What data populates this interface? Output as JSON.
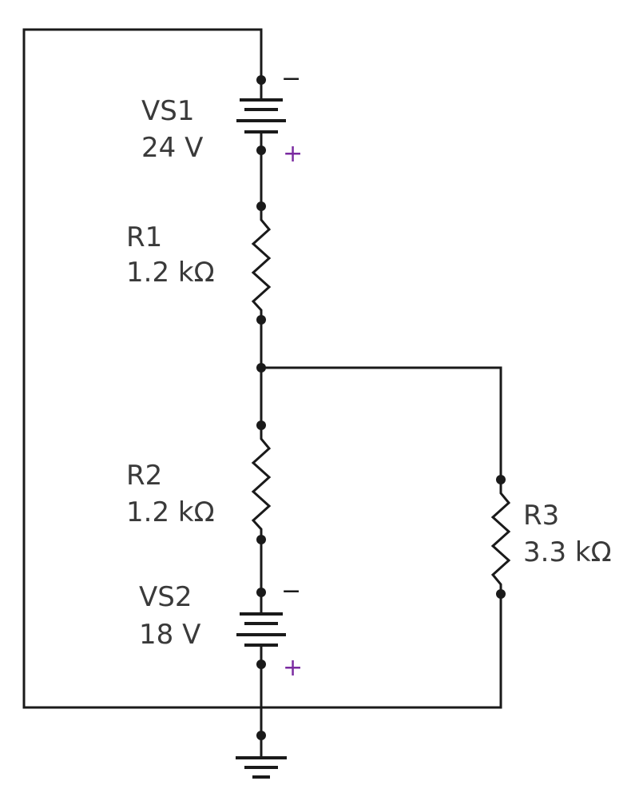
{
  "components": {
    "vs1": {
      "name": "VS1",
      "value": "24 V",
      "neg": "−",
      "pos": "+"
    },
    "r1": {
      "name": "R1",
      "value": "1.2 kΩ"
    },
    "r2": {
      "name": "R2",
      "value": "1.2 kΩ"
    },
    "r3": {
      "name": "R3",
      "value": "3.3 kΩ"
    },
    "vs2": {
      "name": "VS2",
      "value": "18 V",
      "neg": "−",
      "pos": "+"
    }
  },
  "colors": {
    "wire": "#1a1a1a",
    "label": "#3a3a3a",
    "polarity": "#7a2aa0"
  },
  "icons": {
    "ground": "ground-icon",
    "battery": "battery-icon",
    "resistor": "resistor-icon"
  }
}
